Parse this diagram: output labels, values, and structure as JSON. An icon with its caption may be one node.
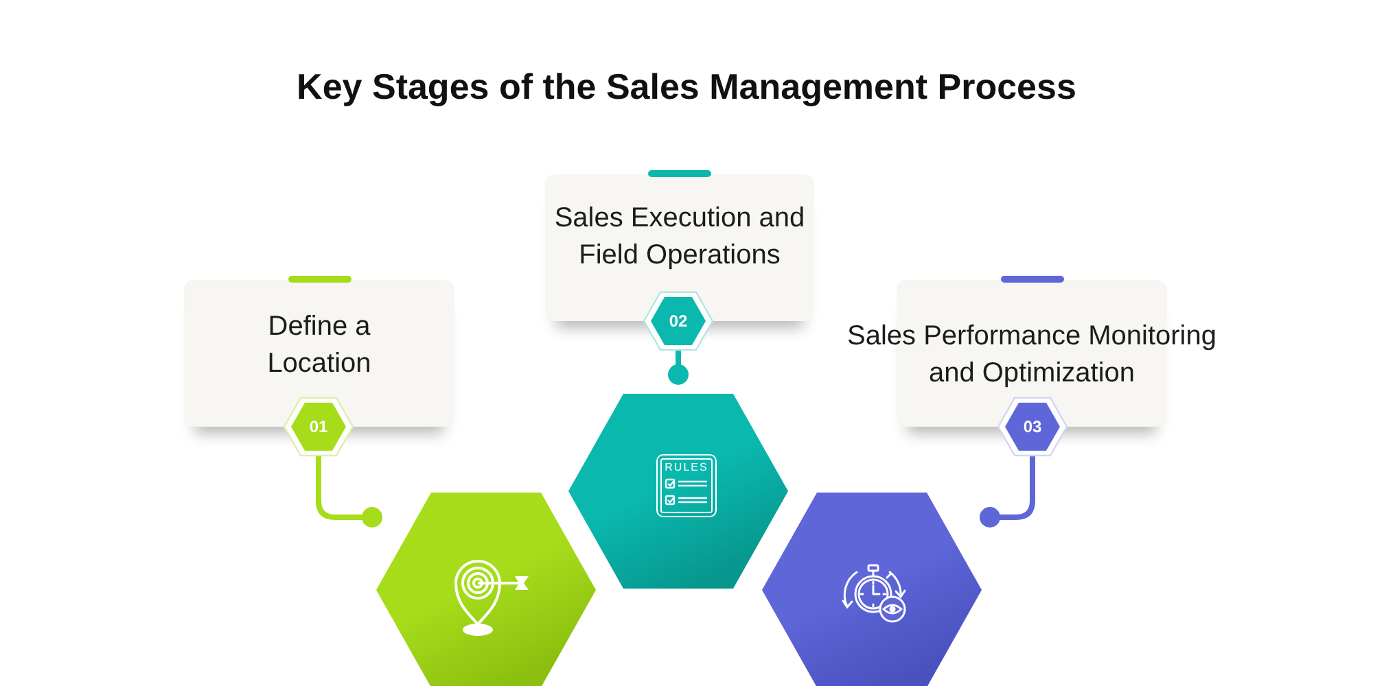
{
  "diagram": {
    "title": "Key Stages of the Sales Management Process",
    "nodes": [
      {
        "text": [
          "Define a Location"
        ]
      },
      {
        "text": [
          "01"
        ]
      },
      {
        "text": [],
        "shape": "hexagon"
      },
      {
        "text": [
          "Sales Execution and Field Operations"
        ]
      },
      {
        "text": [
          "02"
        ]
      },
      {
        "text": [],
        "shape": "hexagon"
      },
      {
        "text": [
          "Sales Performance Monitoring and Optimization"
        ]
      },
      {
        "text": [
          "03"
        ]
      },
      {
        "text": [],
        "shape": "hexagon"
      }
    ],
    "edges": [
      {
        "from": 1,
        "to": 2,
        "arrow": "other",
        "color": "#a6dc1a"
      },
      {
        "from": 4,
        "to": 5,
        "arrow": "other",
        "color": "#0ab8ae"
      },
      {
        "from": 7,
        "to": 8,
        "arrow": "other",
        "color": "#5e66d8"
      }
    ],
    "labels": [
      "RULES"
    ]
  }
}
